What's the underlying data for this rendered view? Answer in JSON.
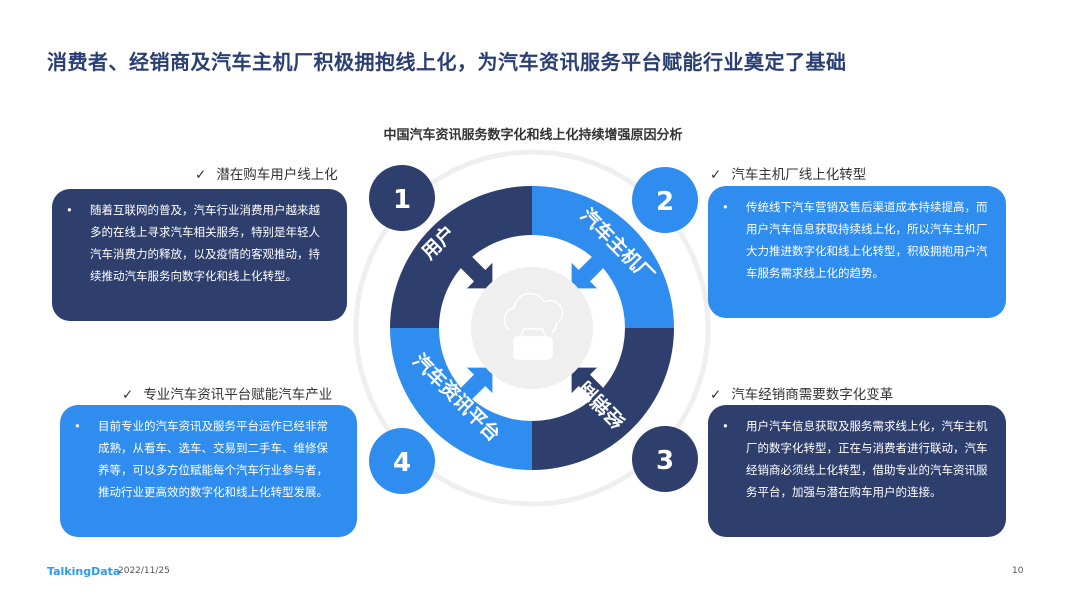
{
  "title": "消费者、经销商及汽车主机厂积极拥抱线上化，为汽车资讯服务平台赋能行业奠定了基础",
  "subtitle": "中国汽车资讯服务数字化和线上化持续增强原因分析",
  "check": "✓",
  "bullet": "•",
  "sections": [
    {
      "number": "1",
      "heading": "潜在购车用户线上化",
      "ring_label": "用户",
      "text": "随着互联网的普及，汽车行业消费用户越来越多的在线上寻求汽车相关服务，特别是年轻人汽车消费力的释放，以及疫情的客观推动，持续推动汽车服务向数字化和线上化转型。"
    },
    {
      "number": "2",
      "heading": "汽车主机厂线上化转型",
      "ring_label": "汽车主机厂",
      "text": "传统线下汽车营销及售后渠道成本持续提高，而用户汽车信息获取持续线上化，所以汽车主机厂大力推进数字化和线上化转型，积极拥抱用户汽车服务需求线上化的趋势。"
    },
    {
      "number": "3",
      "heading": "汽车经销商需要数字化变革",
      "ring_label": "经销商",
      "text": "用户汽车信息获取及服务需求线上化，汽车主机厂的数字化转型，正在与消费者进行联动，汽车经销商必须线上化转型，借助专业的汽车资讯服务平台，加强与潜在购车用户的连接。"
    },
    {
      "number": "4",
      "heading": "专业汽车资讯平台赋能汽车产业",
      "ring_label": "汽车资讯平台",
      "text": "目前专业的汽车资讯及服务平台运作已经非常成熟，从看车、选车、交易到二手车、维修保养等，可以多方位赋能每个汽车行业参与者，推动行业更高效的数字化和线上化转型发展。"
    }
  ],
  "footer": {
    "logo": "TalkingData",
    "date": "2022/11/25",
    "page": "10"
  },
  "colors": {
    "dark": "#2e3f6e",
    "blue": "#2f8def"
  }
}
